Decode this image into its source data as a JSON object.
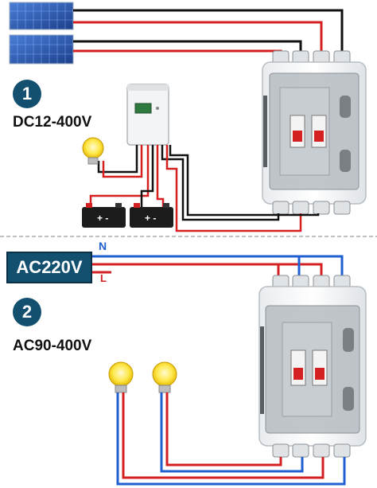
{
  "section1": {
    "step": "1",
    "voltage": "DC12-400V"
  },
  "section2": {
    "step": "2",
    "voltage": "AC90-400V",
    "source": "AC220V",
    "neutral": "N",
    "live": "L"
  },
  "colors": {
    "neutral": "#1f5fd0",
    "live": "#d42020",
    "dc_positive": "#d42020",
    "dc_negative": "#111111",
    "badge": "#13506f",
    "divider": "#9a9a9a"
  }
}
